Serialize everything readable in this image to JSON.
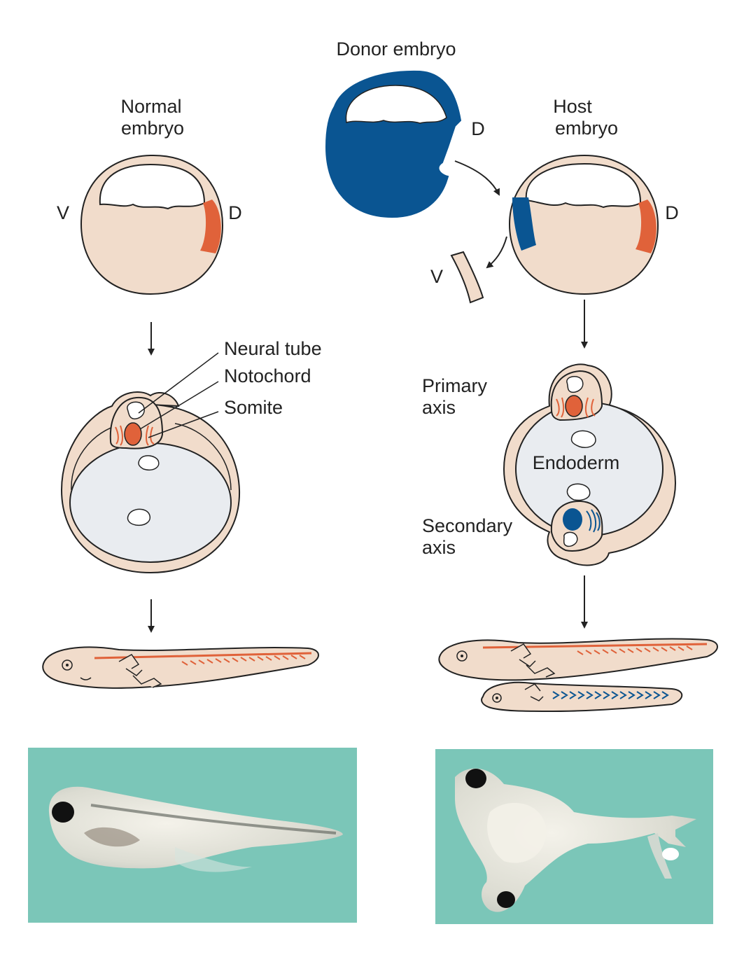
{
  "labels": {
    "donor_embryo": "Donor embryo",
    "normal_line1": "Normal",
    "normal_line2": "embryo",
    "host_line1": "Host",
    "host_line2": "embryo",
    "dorsal": "D",
    "ventral": "V",
    "neural_tube": "Neural tube",
    "notochord": "Notochord",
    "somite": "Somite",
    "primary_line1": "Primary",
    "primary_line2": "axis",
    "secondary_line1": "Secondary",
    "secondary_line2": "axis",
    "endoderm": "Endoderm"
  },
  "colors": {
    "tissue": "#f1dccb",
    "yolk": "#e9ecf0",
    "donor_blue": "#0a5592",
    "dorsal_orange": "#e0623a",
    "photo_bg": "#7bc6b8",
    "outline": "#222222"
  }
}
